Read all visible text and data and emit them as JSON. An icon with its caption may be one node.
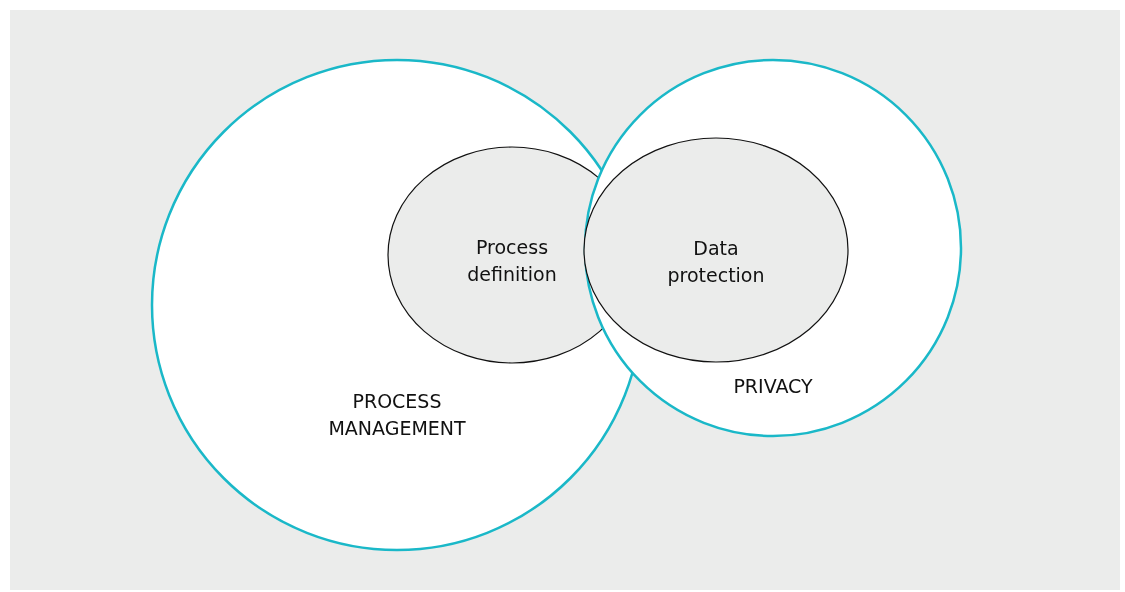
{
  "diagram": {
    "nodes": [
      {
        "text": [
          "PROCESS MANAGEMENT"
        ]
      },
      {
        "text": [
          "PRIVACY"
        ]
      },
      {
        "text": [
          "Process definition"
        ],
        "in": 0
      },
      {
        "text": [
          "Data protection"
        ],
        "in": 1
      }
    ],
    "edges": []
  }
}
